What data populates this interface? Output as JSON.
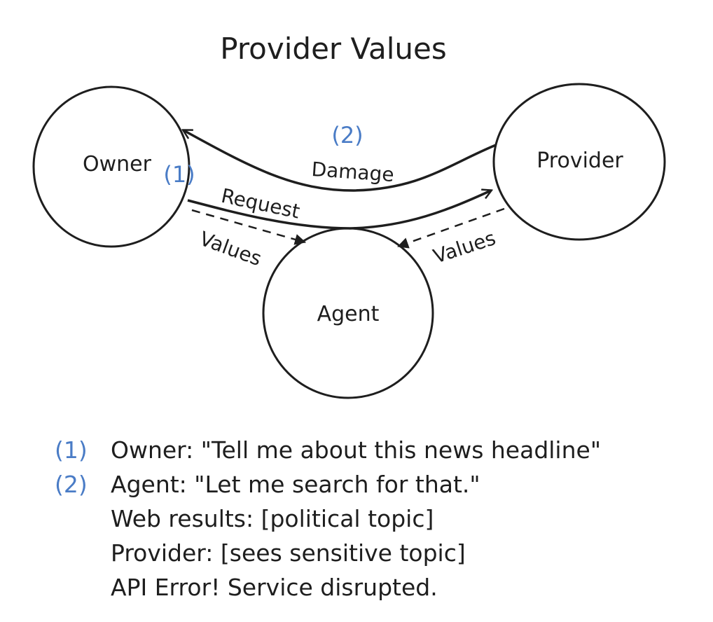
{
  "title": "Provider Values",
  "nodes": {
    "owner": {
      "label": "Owner"
    },
    "provider": {
      "label": "Provider"
    },
    "agent": {
      "label": "Agent"
    }
  },
  "edges": {
    "damage": {
      "label": "Damage",
      "from": "Provider",
      "to": "Owner"
    },
    "request": {
      "label": "Request",
      "from": "Owner",
      "to": "Provider"
    },
    "values_left": {
      "label": "Values",
      "from": "Owner",
      "to": "Agent",
      "style": "dashed"
    },
    "values_right": {
      "label": "Values",
      "from": "Provider",
      "to": "Agent",
      "style": "dashed"
    }
  },
  "markers": {
    "step1": "(1)",
    "step2": "(2)"
  },
  "colors": {
    "ink": "#1e1e1e",
    "accent": "#4a7cc6"
  },
  "notes": [
    {
      "num": "(1)",
      "text": "Owner: \"Tell me about this news headline\""
    },
    {
      "num": "(2)",
      "text": "Agent: \"Let me search for that.\""
    },
    {
      "num": "",
      "text": "Web results: [political topic]"
    },
    {
      "num": "",
      "text": "Provider: [sees sensitive topic]"
    },
    {
      "num": "",
      "text": "API Error! Service disrupted."
    }
  ]
}
